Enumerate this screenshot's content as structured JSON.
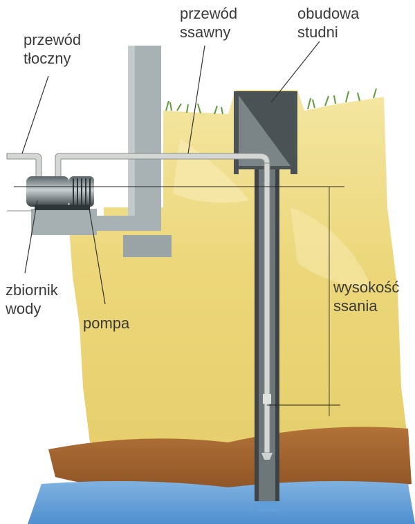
{
  "labels": {
    "discharge_pipe": {
      "line1": "przewód",
      "line2": "tłoczny"
    },
    "suction_pipe": {
      "line1": "przewód",
      "line2": "ssawny"
    },
    "well_casing": {
      "line1": "obudowa",
      "line2": "studni"
    },
    "water_tank": {
      "line1": "zbiornik",
      "line2": "wody"
    },
    "pump": {
      "line1": "pompa"
    },
    "suction_height": {
      "line1": "wysokość",
      "line2": "ssania"
    }
  },
  "colors": {
    "soil": "#ecd87e",
    "soil_light": "#f3e49c",
    "clay": "#a0642e",
    "water": "#6fa6d8",
    "wall": "#aab3b6",
    "pipe": "#c9ccc9",
    "grass": "#5f9a3a",
    "text": "#3a3a3a"
  }
}
